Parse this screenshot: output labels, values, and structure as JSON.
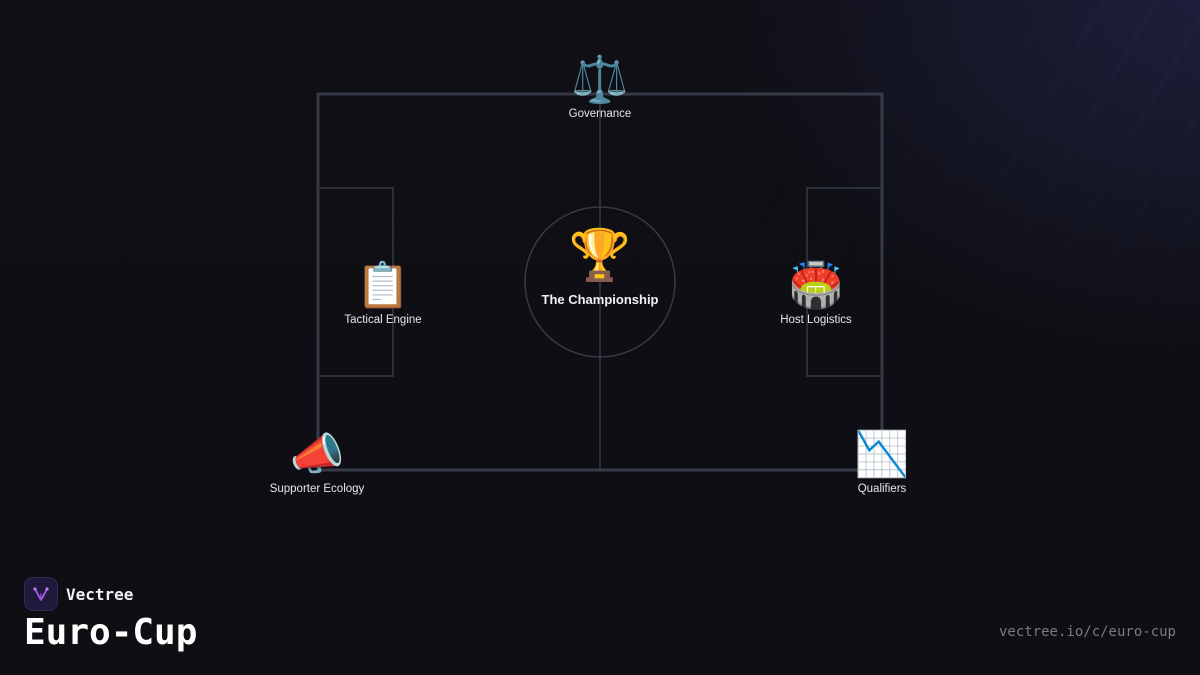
{
  "brand": {
    "name": "Vectree",
    "logo_icon": "vectree-logo-icon",
    "logo_color": "#b15cf0"
  },
  "page": {
    "title": "Euro-Cup",
    "url": "vectree.io/c/euro-cup"
  },
  "colors": {
    "pitch_lines": "#353a46",
    "background": "#0f0f14"
  },
  "nodes": {
    "center": {
      "label": "The Championship",
      "icon": "🏆",
      "icon_name": "trophy-icon"
    },
    "governance": {
      "label": "Governance",
      "icon": "⚖️",
      "icon_name": "scales-icon"
    },
    "tactical": {
      "label": "Tactical Engine",
      "icon": "📋",
      "icon_name": "clipboard-icon"
    },
    "host": {
      "label": "Host Logistics",
      "icon": "🏟️",
      "icon_name": "stadium-icon"
    },
    "supporter": {
      "label": "Supporter Ecology",
      "icon": "📣",
      "icon_name": "megaphone-icon"
    },
    "qualifiers": {
      "label": "Qualifiers",
      "icon": "📉",
      "icon_name": "chart-decreasing-icon"
    }
  }
}
